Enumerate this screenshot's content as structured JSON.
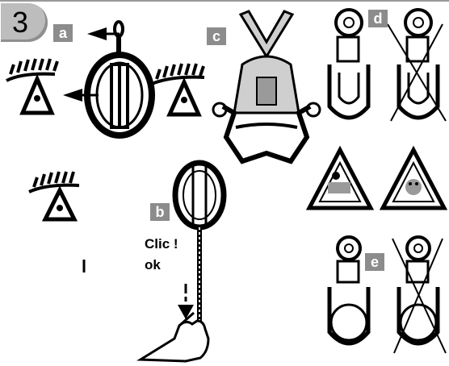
{
  "step": {
    "number": "3"
  },
  "panels": {
    "a": {
      "label": "a"
    },
    "b": {
      "label": "b"
    },
    "c": {
      "label": "c"
    },
    "d": {
      "label": "d"
    },
    "e": {
      "label": "e"
    }
  },
  "click_text": {
    "line1": "Clic !",
    "line2": "ok"
  },
  "colors": {
    "badge": "#bdbdbd",
    "tag": "#8c8c8c",
    "ink": "#000000"
  },
  "icons": [
    "eye-symbol-icon",
    "arrow-icon",
    "warning-triangle-icon",
    "cross-out-icon",
    "hand-icon",
    "carabiner-icon",
    "harness-icon"
  ]
}
